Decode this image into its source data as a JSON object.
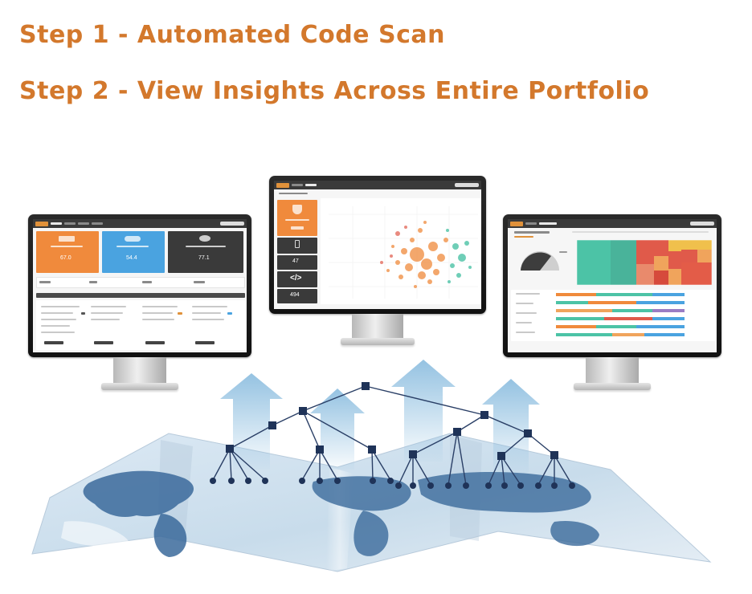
{
  "headings": {
    "step1": "Step 1 - Automated Code Scan",
    "step2": "Step 2 - View Insights Across Entire Portfolio"
  },
  "colors": {
    "heading": "#d3782c",
    "arrow": "#8fbfe0",
    "node": "#1f3358",
    "map_water": "#cfe1ef",
    "map_land": "#3b6a9b",
    "accent_orange": "#f08a3c",
    "accent_blue": "#4aa3e0",
    "accent_dark": "#3a3a3a",
    "accent_teal": "#4cc3a6"
  },
  "dashboards": {
    "left": {
      "name": "portfolio-overview-dashboard",
      "cards": [
        {
          "color": "#f08a3c",
          "icon": "graduation-cap-icon",
          "value": "67.0"
        },
        {
          "color": "#4aa3e0",
          "icon": "cloud-icon",
          "value": "54.4"
        },
        {
          "color": "#3a3a3a",
          "icon": "open-source-icon",
          "value": "77.1"
        }
      ]
    },
    "center": {
      "name": "bubble-chart-dashboard",
      "sidebar_icons": [
        "shield-icon",
        "mobile-device-icon",
        "code-icon"
      ],
      "sidebar_values": [
        "47",
        "494"
      ]
    },
    "right": {
      "name": "software-composition-dashboard",
      "chart_types": [
        "gauge",
        "treemap",
        "stacked-bars"
      ]
    }
  },
  "diagram": {
    "description": "hierarchy tree connecting portfolio applications, with upward arrows toward dashboards",
    "levels": 4
  }
}
